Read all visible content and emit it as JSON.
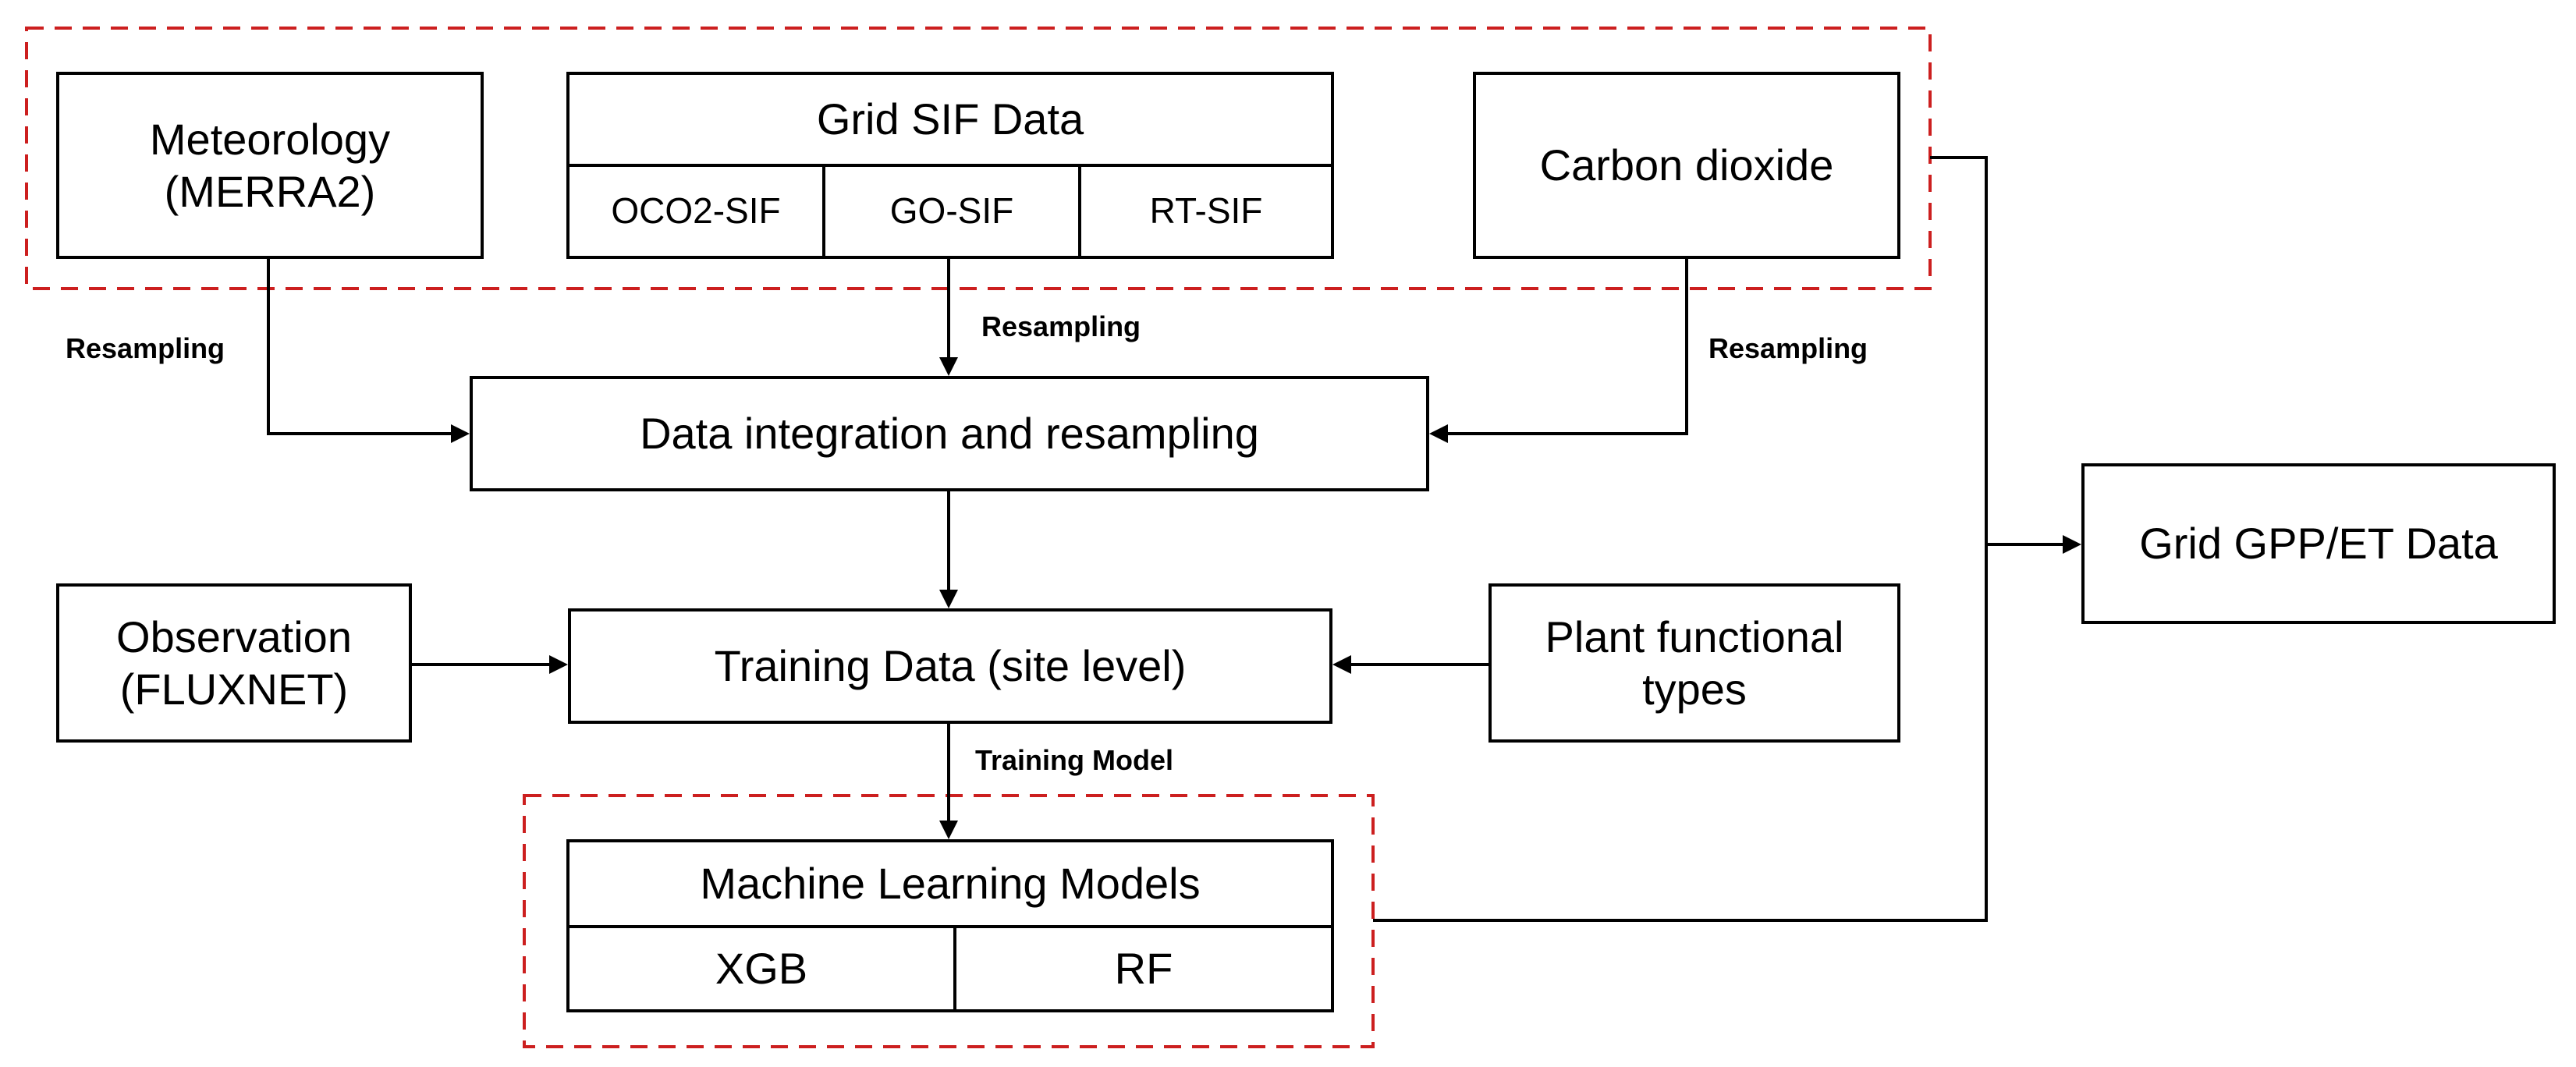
{
  "colors": {
    "stroke": "#000000",
    "dashed_region": "#cc1f1f",
    "background": "#ffffff"
  },
  "nodes": {
    "meteorology": {
      "line1": "Meteorology",
      "line2": "(MERRA2)"
    },
    "grid_sif": {
      "title": "Grid SIF Data",
      "sub": [
        "OCO2-SIF",
        "GO-SIF",
        "RT-SIF"
      ]
    },
    "carbon": "Carbon dioxide",
    "integration": "Data integration and resampling",
    "observation": {
      "line1": "Observation",
      "line2": "(FLUXNET)"
    },
    "training": "Training Data (site level)",
    "pft": {
      "line1": "Plant functional",
      "line2": "types"
    },
    "ml": {
      "title": "Machine Learning Models",
      "sub": [
        "XGB",
        "RF"
      ]
    },
    "output": "Grid GPP/ET Data"
  },
  "edge_labels": {
    "resampling_left": "Resampling",
    "resampling_center": "Resampling",
    "resampling_right": "Resampling",
    "training_model": "Training Model"
  }
}
